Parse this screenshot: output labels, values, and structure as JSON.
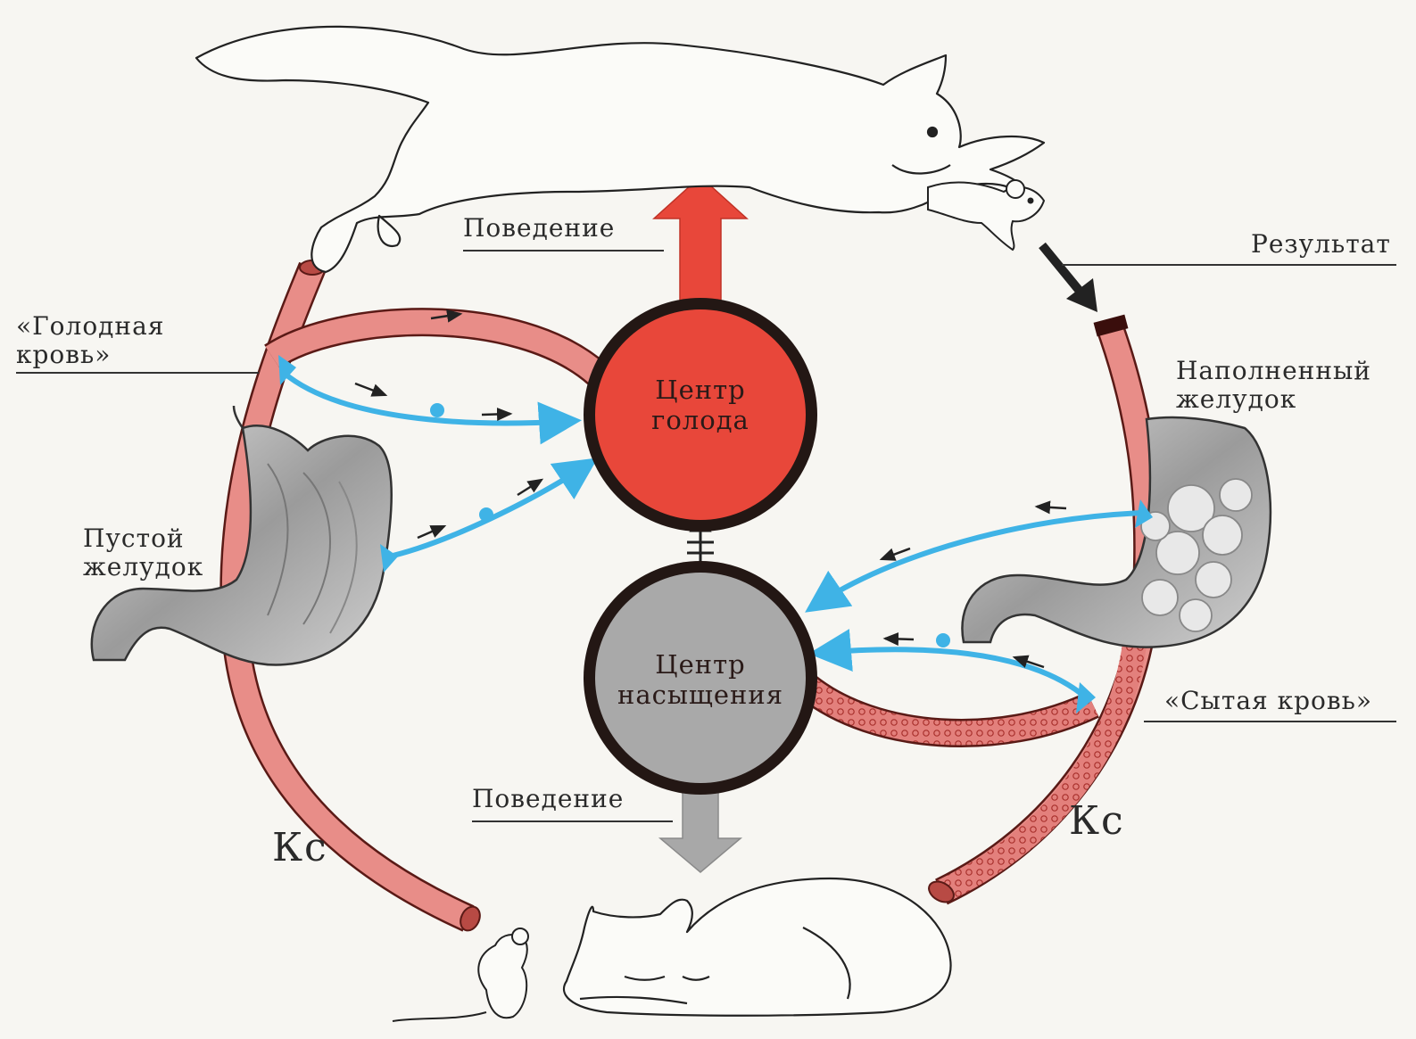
{
  "labels": {
    "behavior_top": "Поведение",
    "result": "Результат",
    "hungry_blood_line1": "«Голодная",
    "hungry_blood_line2": "кровь»",
    "empty_stomach_line1": "Пустой",
    "empty_stomach_line2": "желудок",
    "full_stomach_line1": "Наполненный",
    "full_stomach_line2": "желудок",
    "fed_blood": "«Сытая кровь»",
    "behavior_bottom": "Поведение",
    "ks_left": "Кс",
    "ks_right": "Кс"
  },
  "centers": {
    "hunger_line1": "Центр",
    "hunger_line2": "голода",
    "satiety_line1": "Центр",
    "satiety_line2": "насыщения"
  },
  "colors": {
    "hunger_center": "#e8473a",
    "satiety_center": "#a9a9a9",
    "vessel": "#e88d88",
    "nerve": "#3fb3e6",
    "behavior_up_arrow": "#e8473a",
    "behavior_down_arrow": "#a8a8a8"
  },
  "icons": {
    "leaping_cat": "cat-leaping-icon",
    "sleeping_cat": "cat-sleeping-icon",
    "mouse_caught": "mouse-icon",
    "mouse_sitting": "mouse-icon",
    "empty_stomach": "stomach-icon",
    "full_stomach": "stomach-icon"
  }
}
